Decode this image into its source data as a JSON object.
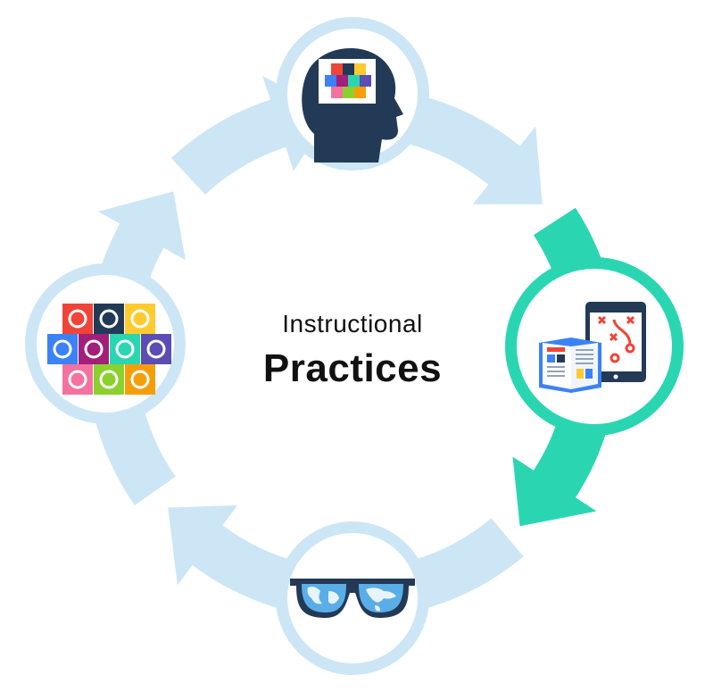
{
  "diagram": {
    "title_line1": "Instructional",
    "title_line2": "Practices",
    "colors": {
      "ring": "#cde6f6",
      "active": "#2ad6b2",
      "navy": "#233a57"
    },
    "nodes": [
      {
        "id": "top",
        "icon": "brain-head-icon"
      },
      {
        "id": "right",
        "icon": "tablet-playbook-and-book-icon",
        "active": true
      },
      {
        "id": "bottom",
        "icon": "world-glasses-icon"
      },
      {
        "id": "left",
        "icon": "strategy-tiles-grid-icon"
      }
    ]
  }
}
